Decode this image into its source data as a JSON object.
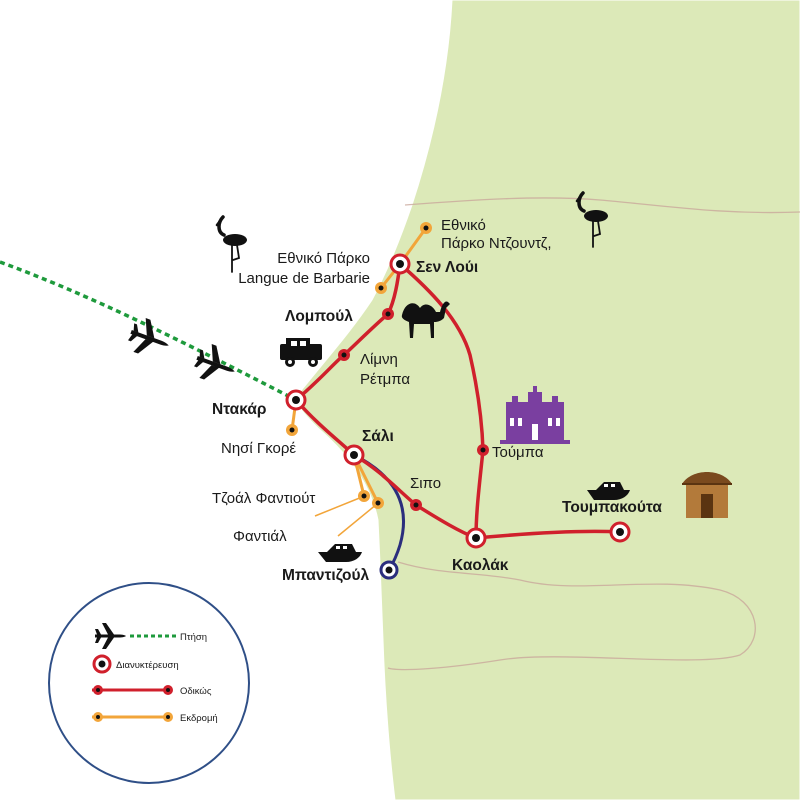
{
  "colors": {
    "land": "#dce9b8",
    "road": "#d0202c",
    "excursion": "#f2a53a",
    "boat_route": "#2b2e7d",
    "flight": "#1e9a3c",
    "palace": "#7a3fa0"
  },
  "overnight_stops": [
    {
      "name": "Ντακάρ"
    },
    {
      "name": "Σάλι"
    },
    {
      "name": "Σεν Λούι"
    },
    {
      "name": "Καολάκ"
    },
    {
      "name": "Τουμπακούτα"
    },
    {
      "name": "Μπαντιζούλ"
    }
  ],
  "road_stops": [
    {
      "name": "Λομπούλ"
    },
    {
      "name_line1": "Λίμνη",
      "name_line2": "Ρέτμπα"
    },
    {
      "name": "Τούμπα"
    },
    {
      "name": "Σιπο"
    }
  ],
  "excursion_stops": [
    {
      "name": "Νησί Γκορέ"
    },
    {
      "name_line1": "Εθνικό Πάρκο",
      "name_line2": "Langue de Barbarie"
    },
    {
      "name_line1": "Εθνικό",
      "name_line2": "Πάρκο Ντζουντζ,"
    },
    {
      "name": "Τζοάλ Φαντιούτ"
    },
    {
      "name": "Φαντιάλ"
    }
  ],
  "icons": [
    "airplane-icon",
    "flamingo-icon",
    "camel-icon",
    "jeep-icon",
    "palace-icon",
    "boat-icon",
    "hut-icon"
  ],
  "legend": {
    "flight": "Πτήση",
    "overnight": "Διανυκτέρευση",
    "road": "Οδικώς",
    "excursion": "Εκδρομή"
  }
}
